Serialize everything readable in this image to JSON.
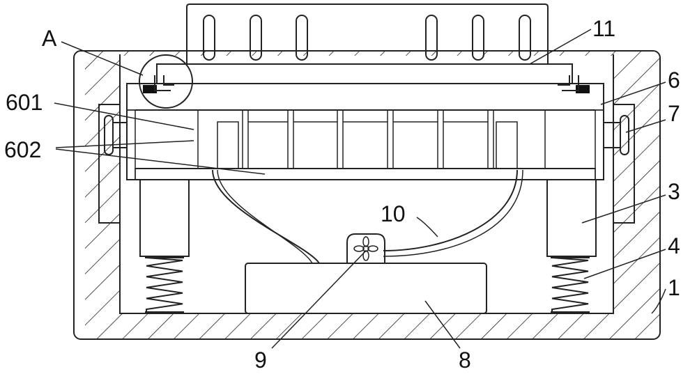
{
  "diagram": {
    "labels": {
      "A": "A",
      "n11": "11",
      "n6": "6",
      "n601": "601",
      "n602": "602",
      "n7": "7",
      "n3": "3",
      "n4": "4",
      "n1": "1",
      "n10": "10",
      "n9": "9",
      "n8": "8"
    }
  }
}
